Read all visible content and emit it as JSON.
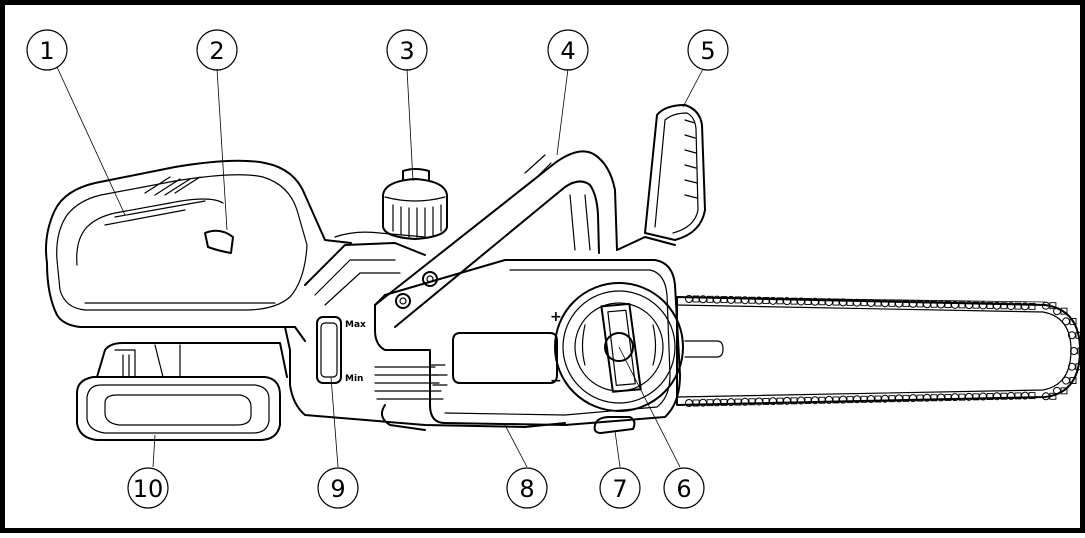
{
  "diagram": {
    "callouts": [
      {
        "label": "1"
      },
      {
        "label": "2"
      },
      {
        "label": "3"
      },
      {
        "label": "4"
      },
      {
        "label": "5"
      },
      {
        "label": "6"
      },
      {
        "label": "7"
      },
      {
        "label": "8"
      },
      {
        "label": "9"
      },
      {
        "label": "10"
      }
    ],
    "oil_gauge": {
      "max_label": "Max",
      "min_label": "Min"
    },
    "dial_marks": {
      "plus": "+",
      "minus": "−"
    },
    "colors": {
      "line": "#000000",
      "background": "#ffffff"
    }
  }
}
